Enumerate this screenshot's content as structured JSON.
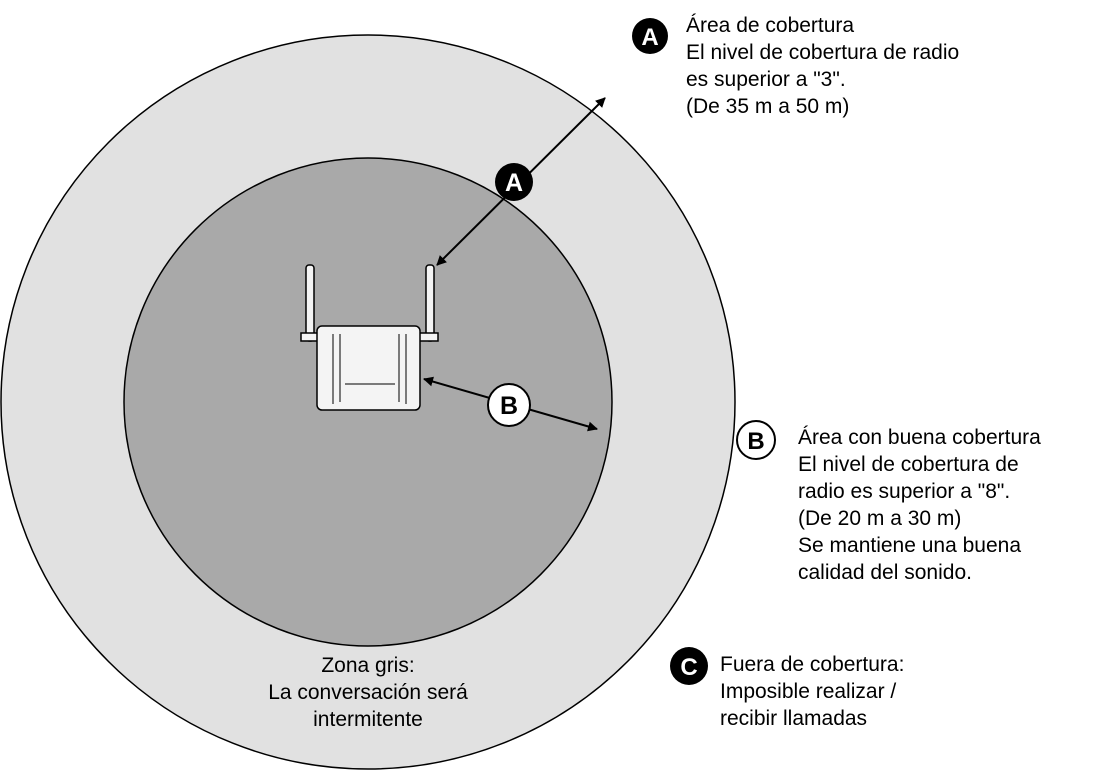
{
  "badges": {
    "a": "A",
    "b": "B",
    "c": "C"
  },
  "legend_a": {
    "title": "Área de cobertura",
    "lines": [
      "El nivel de cobertura de radio",
      "es superior a \"3\".",
      "(De 35 m a 50 m)"
    ]
  },
  "legend_b": {
    "title": "Área con buena cobertura",
    "lines": [
      "El nivel de cobertura de",
      "radio es superior a \"8\".",
      "(De 20 m a 30 m)",
      "Se mantiene una buena",
      "calidad del sonido."
    ]
  },
  "legend_c": {
    "title": "Fuera de cobertura:",
    "lines": [
      "Imposible realizar /",
      "recibir llamadas"
    ]
  },
  "gray_zone": {
    "lines": [
      "Zona gris:",
      "La conversación será",
      "intermitente"
    ]
  },
  "colors": {
    "outer_zone": "#e1e1e1",
    "inner_zone": "#a9a9a9",
    "device_fill": "#f4f4f4",
    "badge_dark": "#000000",
    "badge_light": "#ffffff",
    "stroke": "#000000"
  }
}
